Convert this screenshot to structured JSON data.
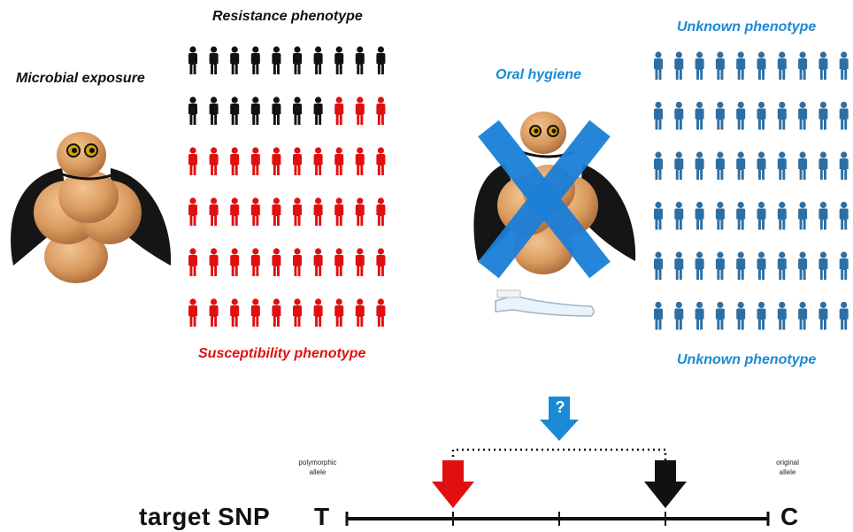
{
  "labels": {
    "resistance": "Resistance phenotype",
    "microbial": "Microbial exposure",
    "susceptibility": "Susceptibility phenotype",
    "oral_hygiene": "Oral hygiene",
    "unknown_top": "Unknown phenotype",
    "unknown_bottom": "Unknown phenotype",
    "polymorphic": "polymorphic allele",
    "original": "original allele",
    "target_snp": "target SNP",
    "allele_left": "T",
    "allele_right": "C",
    "question_mark": "?"
  },
  "people_grids": {
    "left": {
      "rows": 6,
      "cols": 10,
      "black_count": 17,
      "black_color": "#111111",
      "red_color": "#e01010"
    },
    "right": {
      "rows": 6,
      "cols": 10,
      "color": "#2e6fa3"
    }
  },
  "colors": {
    "resistance": "#111111",
    "susceptibility": "#e01010",
    "blue_text": "#1a8ad4",
    "cross": "#1a7fd8",
    "arrow_red": "#e01010",
    "arrow_black": "#111111",
    "arrow_blue": "#1a8ad4"
  },
  "icons": [
    "microbe-plush-icon",
    "toothbrush-icon",
    "cross-out-icon",
    "person-icon"
  ]
}
